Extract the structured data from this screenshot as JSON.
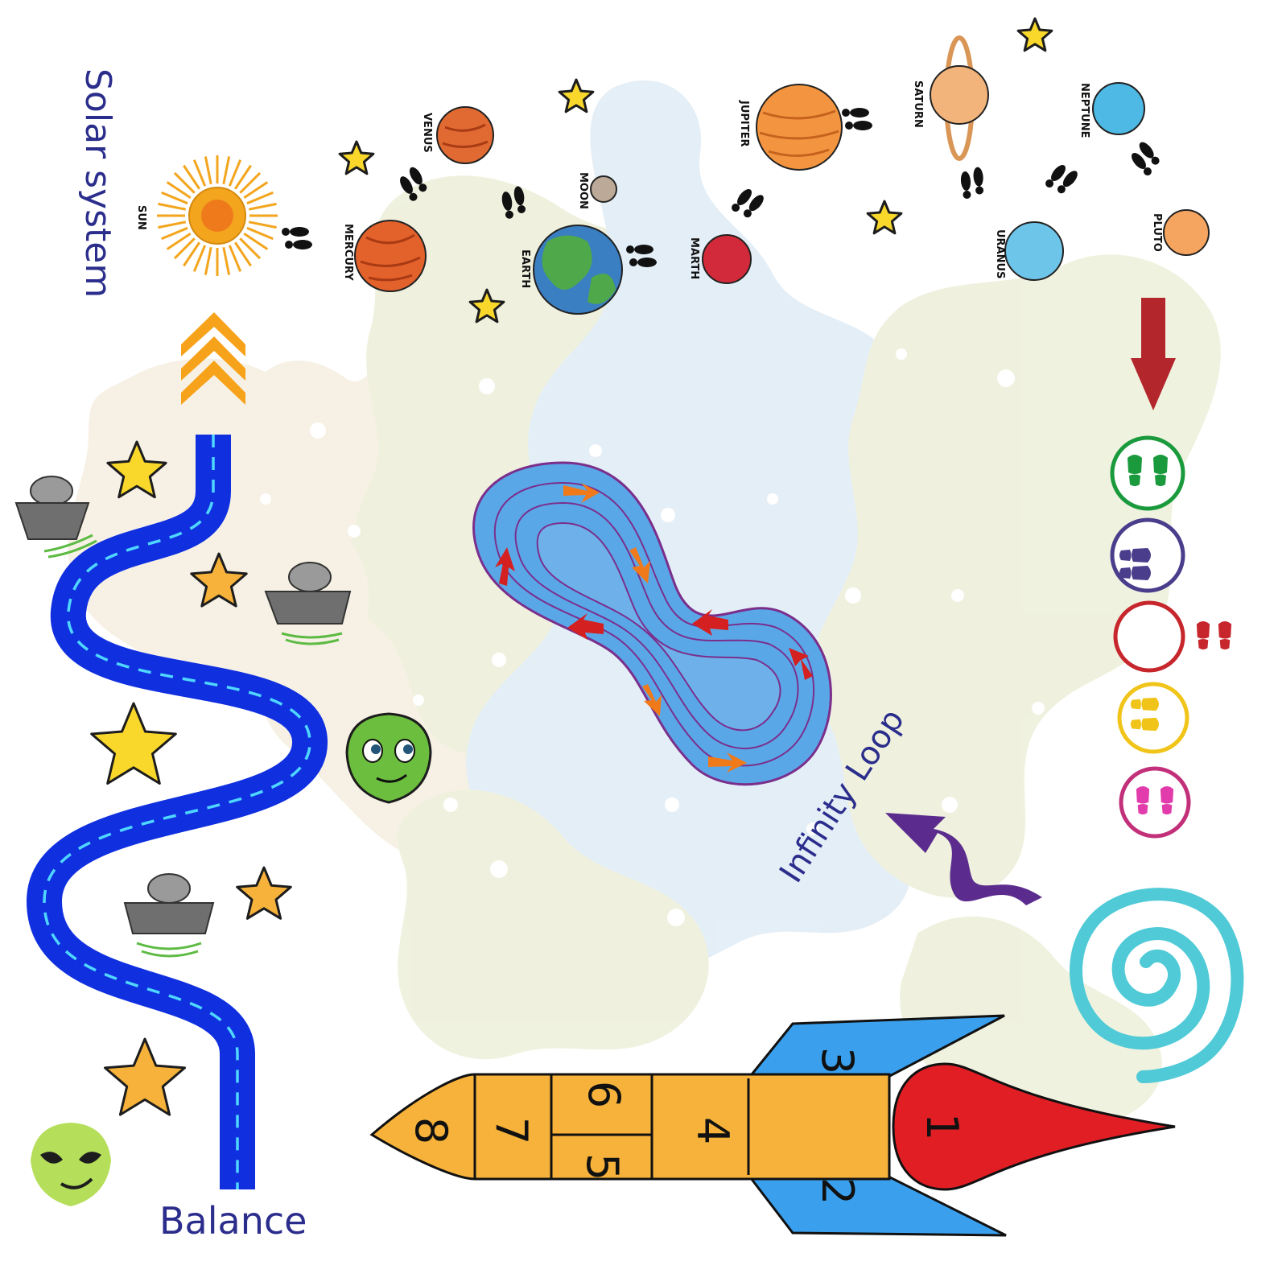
{
  "labels": {
    "solar_system": "Solar system",
    "balance": "Balance",
    "infinity_loop": "Infinity Loop"
  },
  "planets": {
    "sun": "SUN",
    "mercury": "MERCURY",
    "venus": "VENUS",
    "earth": "EARTH",
    "moon": "MOON",
    "mars": "MARTH",
    "jupiter": "JUPITER",
    "saturn": "SATURN",
    "uranus": "URANUS",
    "neptune": "NEPTUNE",
    "pluto": "PLUTO"
  },
  "hopscotch": [
    "1",
    "2",
    "3",
    "4",
    "5",
    "6",
    "7",
    "8"
  ],
  "colors": {
    "title_text": "#2b2d8c",
    "road": "#1030e0",
    "road_dash": "#4fd7ff",
    "chevron": "#f7a21b",
    "star_yellow": "#f9d82b",
    "star_orange": "#f6b23a",
    "loop_fill": "#5aa7e8",
    "loop_line": "#7a2f8c",
    "rocket_body": "#f6b23a",
    "rocket_fin": "#3aa0ee",
    "rocket_flame": "#e21e25",
    "spiral": "#4fcad6",
    "arrow_red": "#b3262b",
    "arrow_purple": "#5b2c8e",
    "circle_green": "#1a9a3c",
    "circle_purple": "#4a3e8c",
    "circle_red": "#c6262c",
    "circle_yellow": "#f0c419",
    "circle_pink": "#c2307a"
  },
  "icons": [
    "sun-icon",
    "planet-icon",
    "footprint-icon",
    "star-icon",
    "ufo-icon",
    "alien-face-icon",
    "chevron-up-icon",
    "spiral-icon",
    "arrow-down-icon",
    "curved-arrow-icon",
    "rocket-icon"
  ]
}
